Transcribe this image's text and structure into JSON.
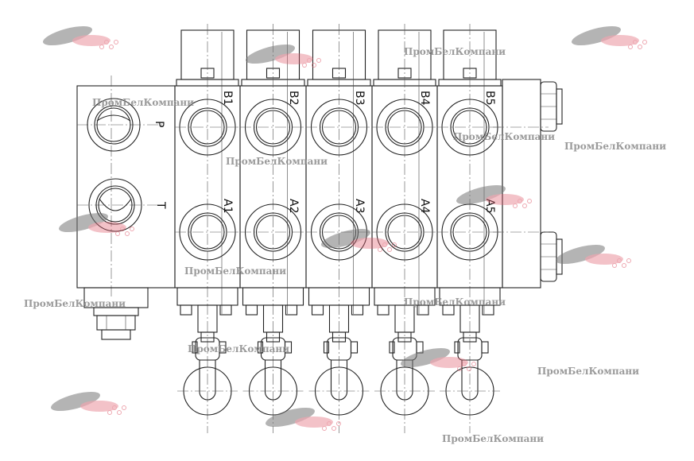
{
  "inlet": {
    "p_label": "P",
    "t_label": "T"
  },
  "sections": [
    {
      "b_label": "B1",
      "a_label": "A1"
    },
    {
      "b_label": "B2",
      "a_label": "A2"
    },
    {
      "b_label": "B3",
      "a_label": "A3"
    },
    {
      "b_label": "B4",
      "a_label": "A4"
    },
    {
      "b_label": "B5",
      "a_label": "A5"
    }
  ],
  "watermark": {
    "text": "ПромБелКомпани"
  },
  "colors": {
    "line": "#222222",
    "logo_red": "#e06070",
    "logo_grey": "#777777"
  }
}
